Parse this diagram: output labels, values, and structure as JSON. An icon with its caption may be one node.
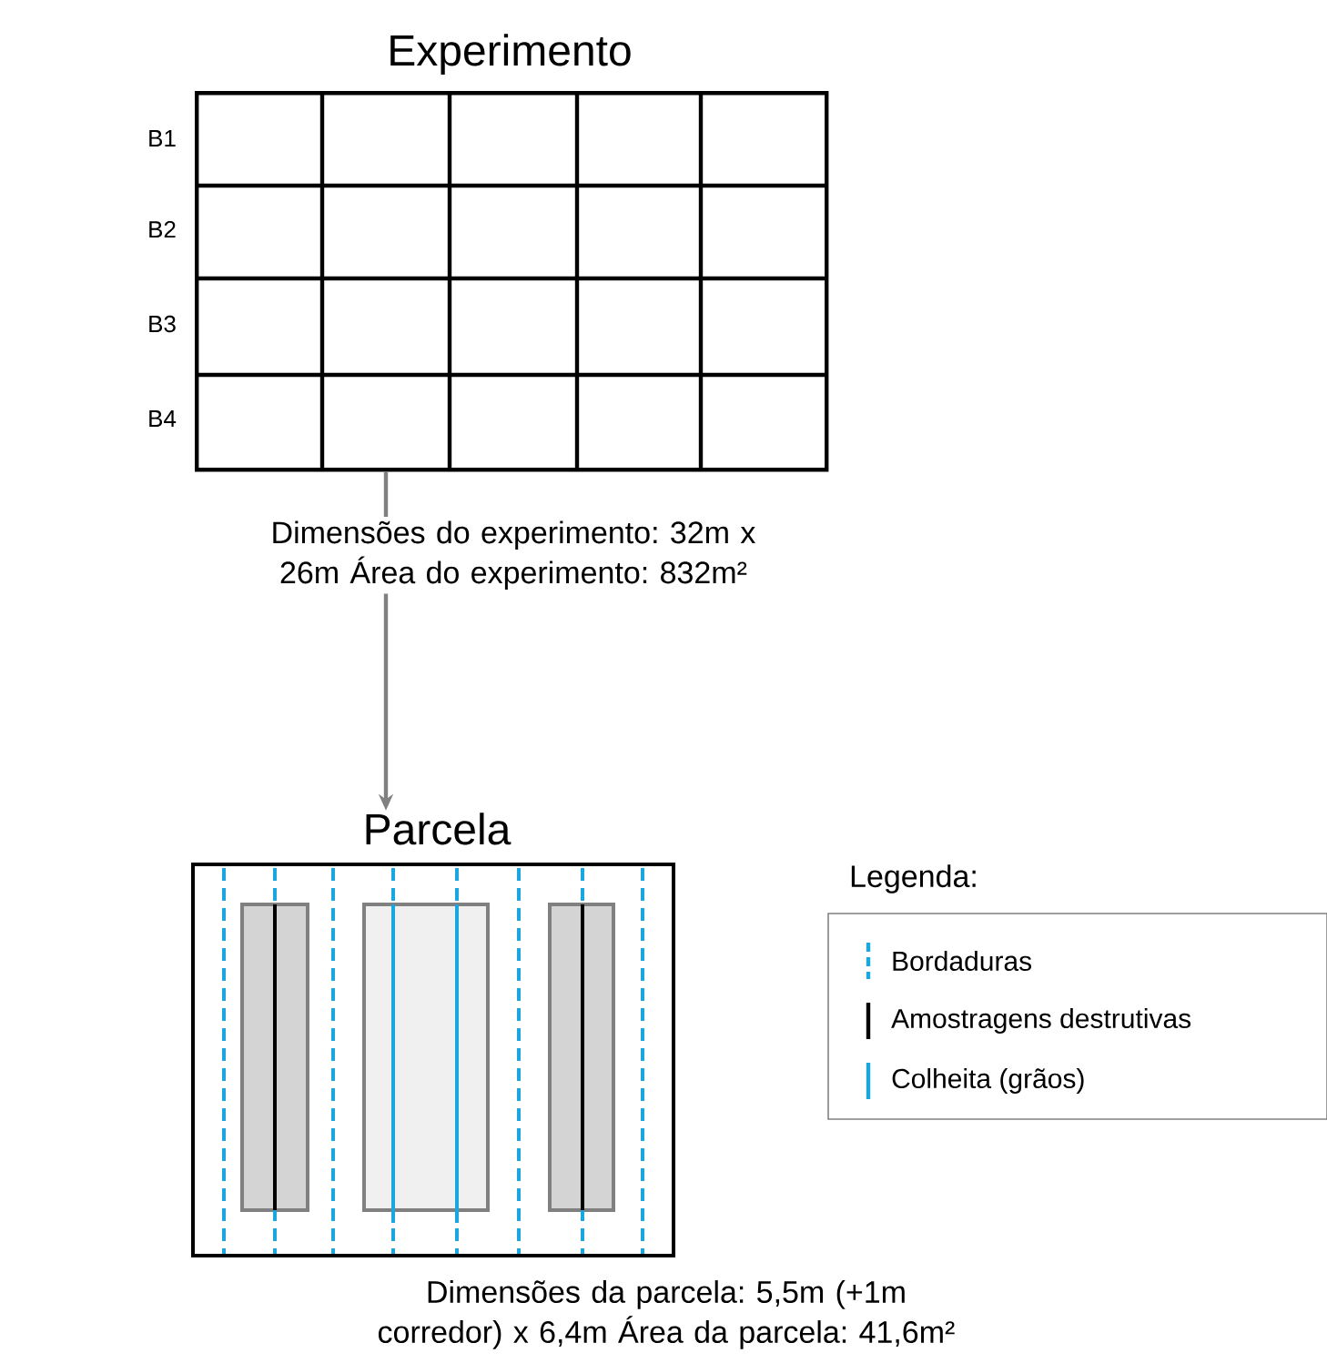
{
  "diagram": {
    "nodes": [
      {
        "text": [
          "Experimento"
        ],
        "beside": [
          "B1",
          "B2",
          "B3",
          "B4"
        ]
      },
      {
        "text": [
          "Dimensões do experimento: 32m x 26m Área do experimento: 832m²"
        ]
      },
      {
        "text": [
          "Parcela"
        ]
      }
    ],
    "edges": [
      {
        "from": 0,
        "to": 1,
        "arrow": "none"
      },
      {
        "from": 1,
        "to": 2,
        "arrow": "to"
      }
    ],
    "labels": [
      "Legenda:",
      "Dimensões da parcela: 5,5m (+1m corredor) x 6,4m Área da parcela: 41,6m²"
    ],
    "legend": [
      {
        "text": "Bordaduras"
      },
      {
        "text": "Amostragens destrutivas"
      },
      {
        "text": "Colheita (grãos)"
      }
    ]
  }
}
